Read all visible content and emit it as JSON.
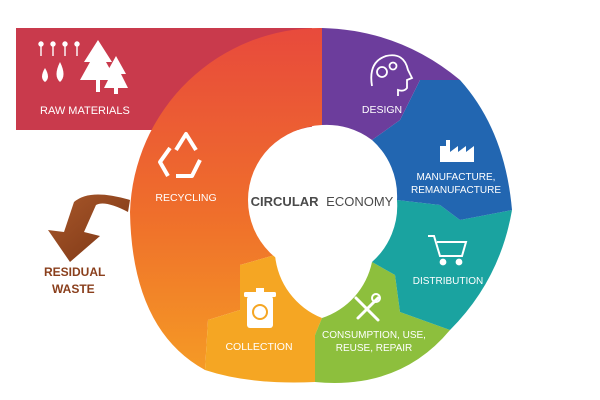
{
  "center": {
    "title_bold": "CIRCULAR",
    "title_light": "ECONOMY"
  },
  "raw_materials": {
    "label": "RAW MATERIALS",
    "color": "#c93a4c"
  },
  "residual": {
    "line1": "RESIDUAL",
    "line2": "WASTE",
    "color": "#8a3f1c"
  },
  "segments": [
    {
      "id": "design",
      "lines": [
        "DESIGN"
      ],
      "color": "#6c3d9c",
      "icon": "head-gears-icon"
    },
    {
      "id": "manufacture",
      "lines": [
        "MANUFACTURE,",
        "REMANUFACTURE"
      ],
      "color": "#2266b1",
      "icon": "factory-icon"
    },
    {
      "id": "distribution",
      "lines": [
        "DISTRIBUTION"
      ],
      "color": "#1aa3a0",
      "icon": "shopping-cart-icon"
    },
    {
      "id": "consumption",
      "lines": [
        "CONSUMPTION, USE,",
        "REUSE, REPAIR"
      ],
      "color": "#8dbf3d",
      "icon": "tools-icon"
    },
    {
      "id": "collection",
      "lines": [
        "COLLECTION"
      ],
      "color": "#f5a623",
      "icon": "recycle-bin-icon"
    },
    {
      "id": "recycling",
      "lines": [
        "RECYCLING"
      ],
      "color": "#ec6a2c",
      "icon": "recycle-icon"
    }
  ]
}
